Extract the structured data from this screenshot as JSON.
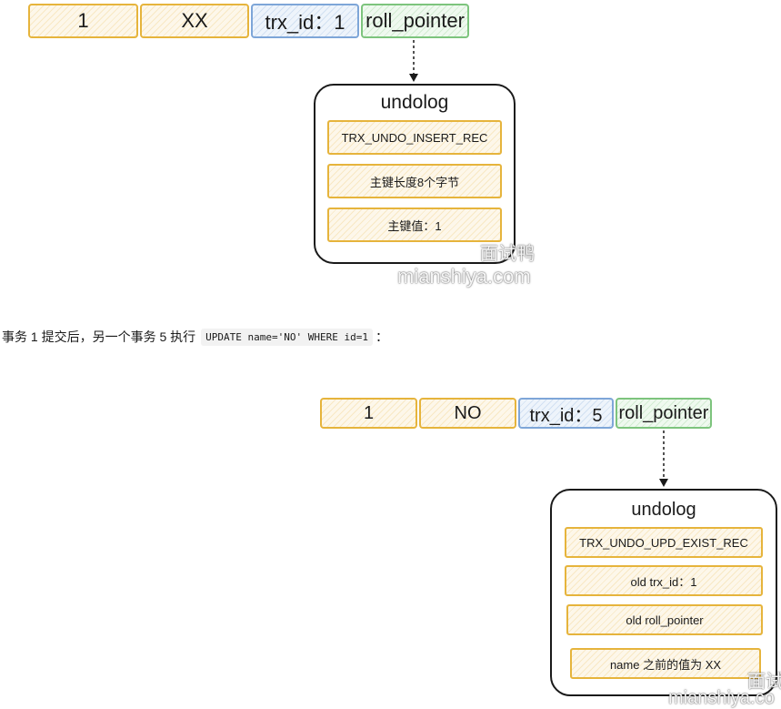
{
  "diagram1": {
    "row": {
      "id": "1",
      "name": "XX",
      "trx_id": "trx_id：1",
      "roll_pointer": "roll_pointer"
    },
    "undolog": {
      "title": "undolog",
      "entries": [
        "TRX_UNDO_INSERT_REC",
        "主键长度8个字节",
        "主键值：1"
      ]
    }
  },
  "sentence": {
    "prefix": "事务 1 提交后，另一个事务 5 执行",
    "code": "UPDATE name='NO' WHERE id=1",
    "suffix": "："
  },
  "diagram2": {
    "row": {
      "id": "1",
      "name": "NO",
      "trx_id": "trx_id：5",
      "roll_pointer": "roll_pointer"
    },
    "undolog": {
      "title": "undolog",
      "entries": [
        "TRX_UNDO_UPD_EXIST_REC",
        "old trx_id：1",
        "old roll_pointer",
        "name 之前的值为 XX"
      ]
    }
  },
  "watermark": {
    "brand": "面试鸭",
    "url": "mianshiya.com",
    "brand_partial": "面试",
    "url_partial": "mianshiya.co"
  }
}
